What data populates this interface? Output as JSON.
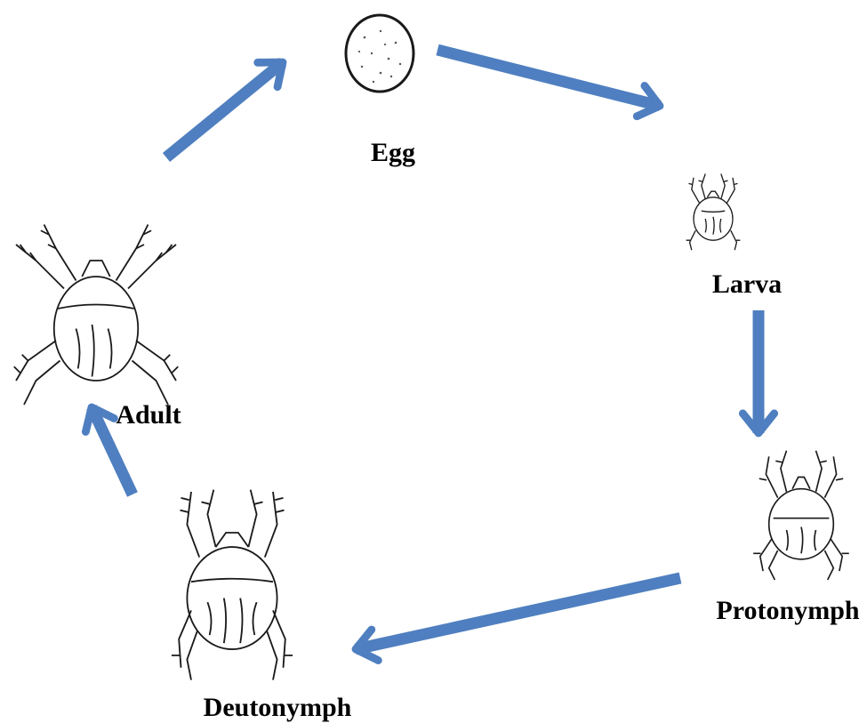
{
  "diagram": {
    "stages": [
      {
        "id": "egg",
        "label": "Egg",
        "icon": "egg-icon"
      },
      {
        "id": "larva",
        "label": "Larva",
        "icon": "larva-mite-icon"
      },
      {
        "id": "protonymph",
        "label": "Protonymph",
        "icon": "protonymph-mite-icon"
      },
      {
        "id": "deutonymph",
        "label": "Deutonymph",
        "icon": "deutonymph-mite-icon"
      },
      {
        "id": "adult",
        "label": "Adult",
        "icon": "adult-mite-icon"
      }
    ],
    "arrow_color": "#4f7fc0",
    "line_color": "#1a1a1a",
    "label_color": "#000000"
  }
}
